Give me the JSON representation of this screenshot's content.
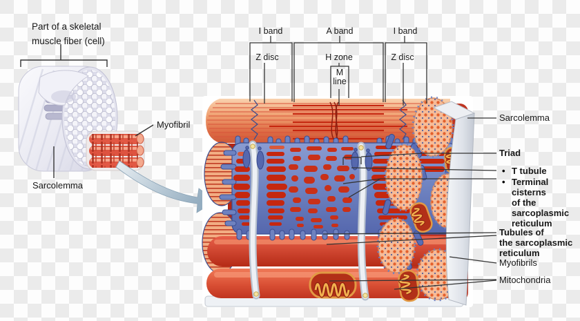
{
  "figure": {
    "inset": {
      "caption": "Part of a skeletal\nmuscle fiber (cell)",
      "myofibril_label": "Myofibril",
      "sarcolemma_label": "Sarcolemma"
    },
    "band_labels": {
      "i_band_left": "I band",
      "a_band": "A band",
      "i_band_right": "I band",
      "z_disc_left": "Z disc",
      "h_zone": "H zone",
      "z_disc_right": "Z disc",
      "m_line": "M\nline"
    },
    "side_labels": {
      "sarcolemma": "Sarcolemma",
      "triad": "Triad",
      "bullet": "•",
      "t_tubule": "T tubule",
      "terminal_cisterns": "Terminal\ncisterns\nof the\nsarcoplasmic\nreticulum",
      "tubules_sr": "Tubules of\nthe sarcoplasmic\nreticulum",
      "myofibrils": "Myofibrils",
      "mitochondria": "Mitochondria"
    },
    "colors": {
      "checker_gray": "#ebebeb",
      "myofibril_light": "#f8cda9",
      "myofibril_orange": "#e1764b",
      "a_band_red": "#c5250f",
      "z_disc_navy": "#3e4f8e",
      "sr_blue": "#6e82c0",
      "sr_blue_dark": "#3b4e93",
      "t_tubule_white": "#edf0f5",
      "cross_section_peach": "#f6bb97",
      "dot_orange": "#e4612d",
      "dot_blue": "#4c5f9f",
      "mito_body": "#b23018",
      "mito_cristae": "#f2b14e",
      "sarcolemma_sheet": "#e6e9ee",
      "arrow_gray_blue": "#9db4c5",
      "leader_line": "#333333"
    }
  }
}
